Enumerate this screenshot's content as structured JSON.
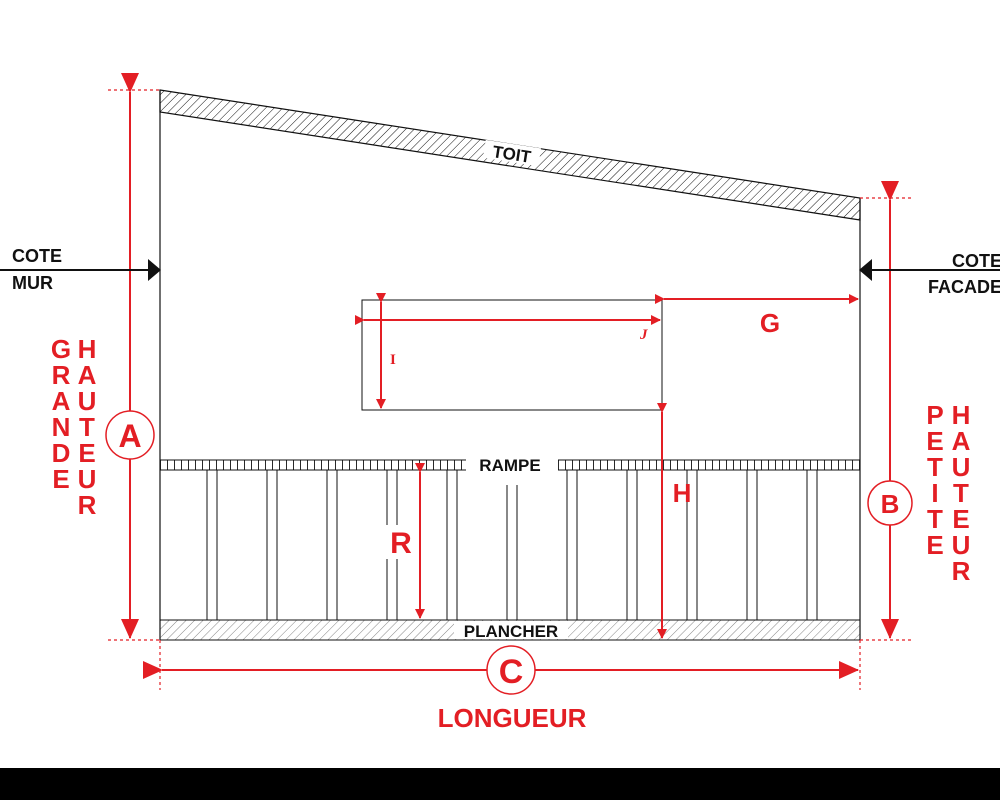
{
  "labels": {
    "toit": "TOIT",
    "rampe": "RAMPE",
    "plancher": "PLANCHER",
    "cote_mur_line1": "COTE",
    "cote_mur_line2": "MUR",
    "cote_facade_line1": "COTE",
    "cote_facade_line2": "FACADE",
    "longueur": "LONGUEUR",
    "grande": "GRANDE",
    "hauteur_left": "HAUTEUR",
    "petite": "PETITE",
    "hauteur_right": "HAUTEUR"
  },
  "dimensions": {
    "A": "A",
    "B": "B",
    "C": "C",
    "G": "G",
    "H": "H",
    "R": "R",
    "I": "I",
    "J": "J"
  },
  "colors": {
    "dimension": "#e31e24",
    "structure": "#111111",
    "bottom_bar": "#000000"
  }
}
